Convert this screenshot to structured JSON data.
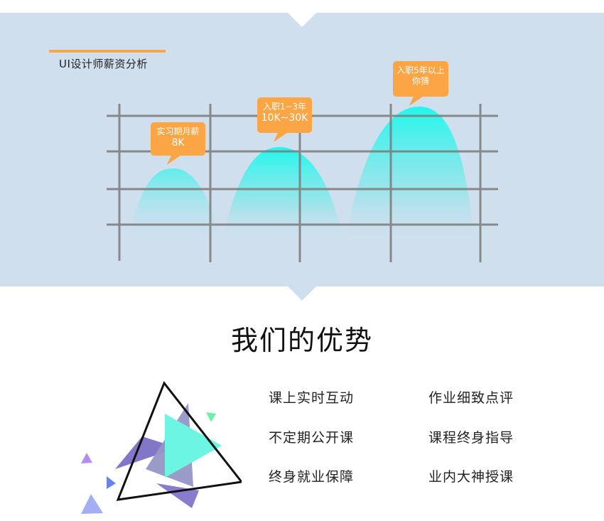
{
  "chart_section": {
    "title": "UI设计师薪资分析",
    "accent_color": "#f9a94b",
    "background_color": "#cfdfee"
  },
  "chart_data": {
    "type": "area",
    "title": "UI设计师薪资分析",
    "xlabel": "",
    "ylabel": "",
    "grid": true,
    "categories": [
      "实习期",
      "入职1~3年",
      "入职5年以上"
    ],
    "series": [
      {
        "name": "薪资",
        "values": [
          8,
          20,
          30
        ],
        "note": "relative peak heights; labels give 8K, 10K~30K, 你猜"
      }
    ],
    "annotations": [
      {
        "line1": "实习期月薪",
        "line2": "8K"
      },
      {
        "line1": "入职1~3年",
        "line2": "10K~30K"
      },
      {
        "line1": "入职5年以上",
        "line2": "你猜"
      }
    ],
    "fill_color_top": "#22f7ec",
    "fill_color_bottom": "#cfdfee",
    "grid_color": "#8a8a8a",
    "label_color": "#fba545"
  },
  "advantages": {
    "title": "我们的优势",
    "items": [
      "课上实时互动",
      "作业细致点评",
      "不定期公开课",
      "课程终身指导",
      "终身就业保障",
      "业内大神授课"
    ]
  }
}
